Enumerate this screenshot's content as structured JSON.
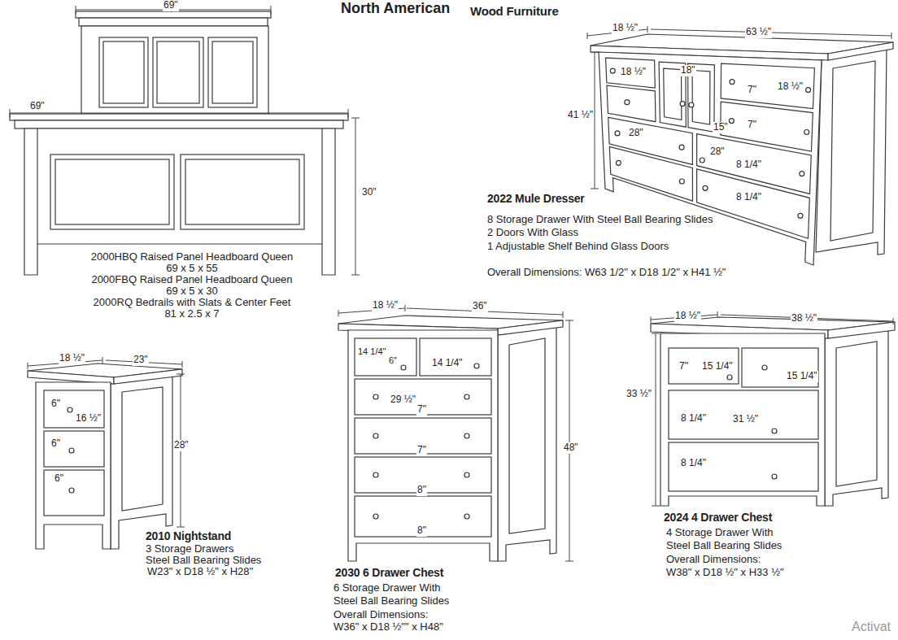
{
  "diagram": {
    "title": "Wood Furniture",
    "labels": [
      "North American",
      "69\"",
      "69\"",
      "30\"",
      "2000HBQ Raised Panel Headboard Queen",
      "69 x 5 x 55",
      "2000FBQ Raised Panel Headboard Queen",
      "69 x 5 x 30",
      "2000RQ Bedrails with Slats & Center Feet",
      "81 x 2.5 x 7",
      "18 ½\"",
      "63 ½\"",
      "41 ½\"",
      "18 ½\"",
      "18\"",
      "7\"",
      "18 ½\"",
      "7\"",
      "15\"",
      "28\"",
      "28\"",
      "8 1/4\"",
      "8 1/4\"",
      "2022 Mule Dresser",
      "8 Storage Drawer With Steel Ball Bearing Slides",
      "2 Doors With Glass",
      "1 Adjustable Shelf Behind Glass Doors",
      "Overall Dimensions: W63 1/2\" x D18 1/2\" x H41 ½\"",
      "18 ½\"",
      "23\"",
      "28\"",
      "6\"",
      "16 ½\"",
      "6\"",
      "6\"",
      "2010 Nightstand",
      "3 Storage Drawers",
      "Steel Ball Bearing Slides",
      "W23\" x D18 ½\" x H28\"",
      "18 ½\"",
      "36\"",
      "48\"",
      "14 1/4\"",
      "6\"",
      "14 1/4\"",
      "29 ½\"",
      "7\"",
      "7\"",
      "8\"",
      "8\"",
      "2030 6 Drawer Chest",
      "6 Storage Drawer With",
      "Steel Ball Bearing Slides",
      "Overall Dimensions:",
      "W36\" x D18 ½\"\" x H48\"",
      "18 ½\"",
      "38 ½\"",
      "33 ½\"",
      "7\"",
      "15 1/4\"",
      "15 1/4\"",
      "8 1/4\"",
      "31 ½\"",
      "8 1/4\"",
      "2024 4 Drawer Chest",
      "4 Storage Drawer With",
      "Steel Ball Bearing Slides",
      "Overall Dimensions:",
      "W38\" x D18 ½\" x H33 ½\"",
      "Activat"
    ]
  }
}
